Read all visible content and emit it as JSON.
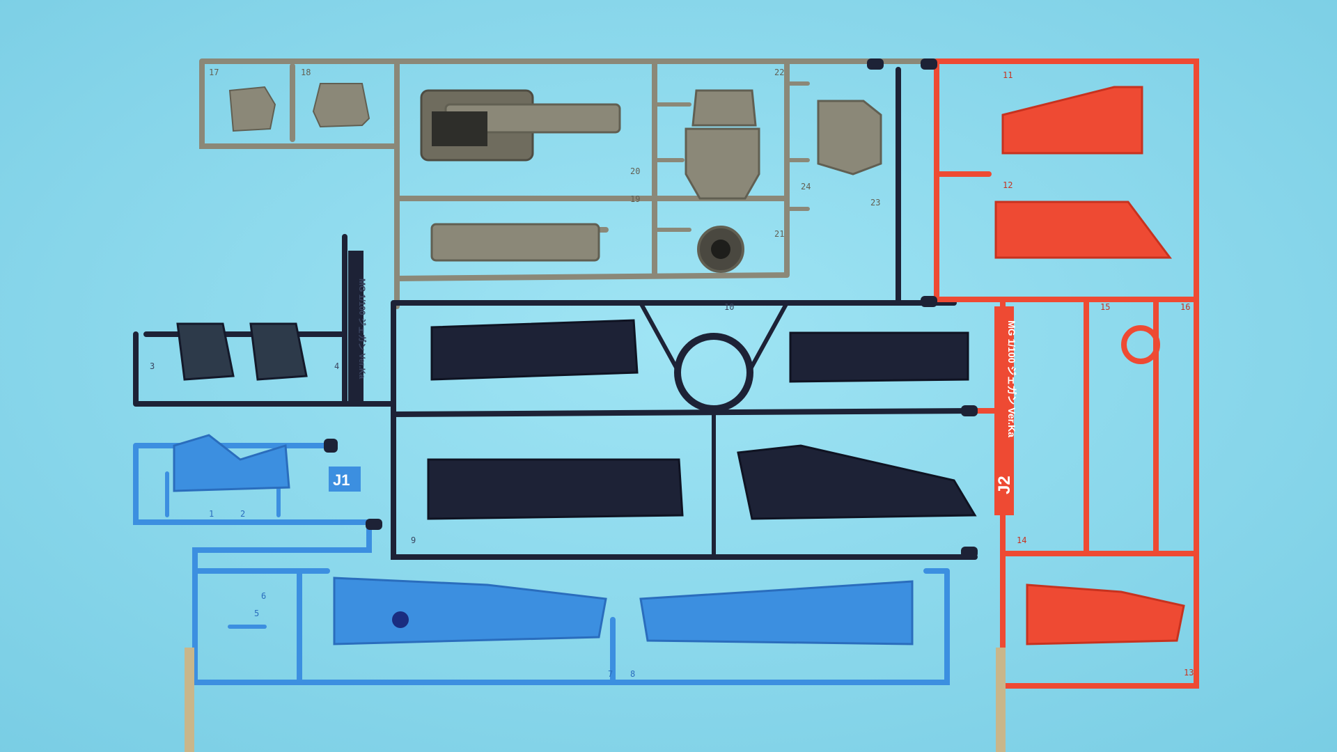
{
  "photo": {
    "subject": "",
    "colors": {
      "background": "#8fdcef",
      "background_edge": "#79cde4",
      "gray_plastic": "#8b8878",
      "gray_plastic_dark": "#615f52",
      "navy_plastic": "#1d2236",
      "navy_plastic_hi": "#3a4560",
      "blue_plastic": "#3c8fe0",
      "blue_plastic_dark": "#2a6dbd",
      "red_plastic": "#ee4a33",
      "red_plastic_dark": "#c7321f",
      "clip_metal": "#c9b68a"
    }
  },
  "tags": {
    "j1": "J1",
    "j2": "J2"
  },
  "runner_numbers": {
    "gray": [
      "17",
      "18",
      "19",
      "20",
      "21",
      "22",
      "23",
      "24"
    ],
    "blue": [
      "1",
      "2",
      "5",
      "6",
      "7",
      "8"
    ],
    "red": [
      "11",
      "12",
      "13",
      "14",
      "15",
      "16"
    ],
    "navy": [
      "3",
      "4",
      "9",
      "10"
    ]
  },
  "runner_text": {
    "red_vertical": "MG 1/100 ジェガン Ver.Ka",
    "navy_vertical": "MG 1/100 ジェガン Ver.Ka"
  }
}
